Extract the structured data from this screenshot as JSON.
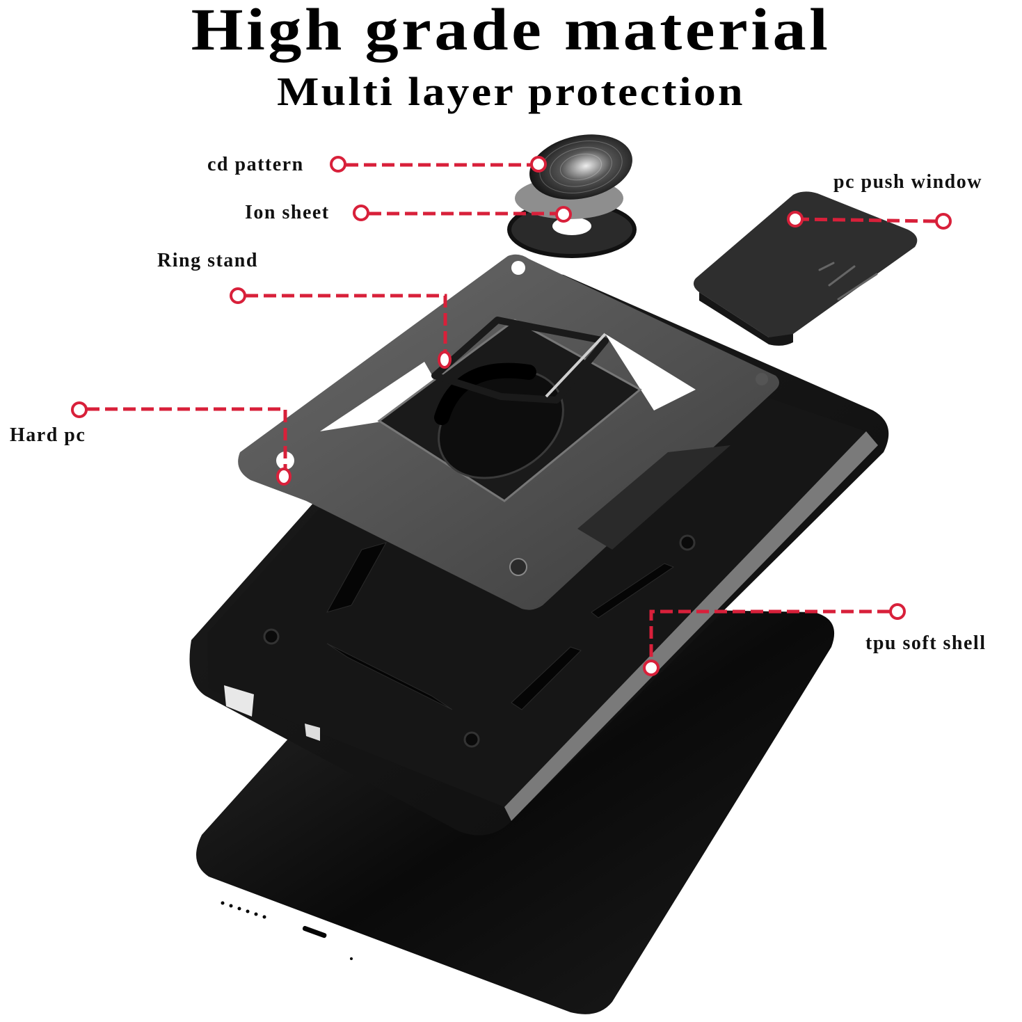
{
  "header": {
    "title": "High grade material",
    "subtitle": "Multi layer protection"
  },
  "callouts": [
    {
      "id": "cd-pattern",
      "label": "cd pattern"
    },
    {
      "id": "ion-sheet",
      "label": "Ion sheet"
    },
    {
      "id": "pc-push-window",
      "label": "pc push window"
    },
    {
      "id": "ring-stand",
      "label": "Ring stand"
    },
    {
      "id": "hard-pc",
      "label": "Hard pc"
    },
    {
      "id": "tpu-soft-shell",
      "label": "tpu soft shell"
    }
  ],
  "colors": {
    "accent": "#d8203a",
    "background": "#ffffff",
    "text": "#000000",
    "case_dark": "#141414",
    "case_gray": "#5a5a5a"
  }
}
